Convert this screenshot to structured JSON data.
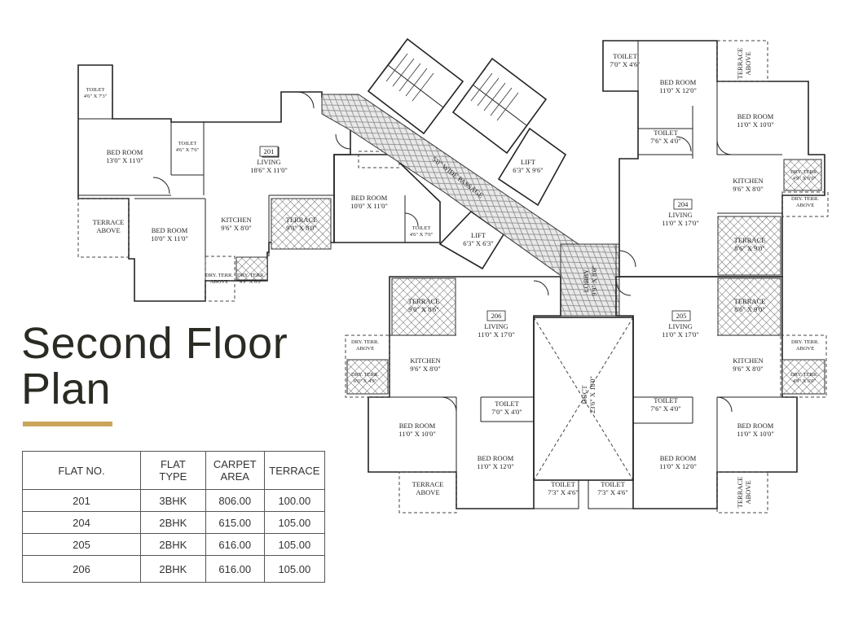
{
  "heading": {
    "line1": "Second Floor",
    "line2": "Plan"
  },
  "table": {
    "headers": {
      "flat_no": "FLAT NO.",
      "flat_type_1": "FLAT",
      "flat_type_2": "TYPE",
      "carpet_1": "CARPET",
      "carpet_2": "AREA",
      "terrace": "TERRACE"
    },
    "rows": [
      {
        "flat": "201",
        "type": "3BHK",
        "carpet": "806.00",
        "terrace": "100.00"
      },
      {
        "flat": "204",
        "type": "2BHK",
        "carpet": "615.00",
        "terrace": "105.00"
      },
      {
        "flat": "205",
        "type": "2BHK",
        "carpet": "616.00",
        "terrace": "105.00"
      },
      {
        "flat": "206",
        "type": "2BHK",
        "carpet": "616.00",
        "terrace": "105.00"
      }
    ]
  },
  "plan": {
    "flat_numbers": [
      "201",
      "204",
      "205",
      "206"
    ],
    "rooms": [
      {
        "id": "f201-toilet1",
        "name": "TOILET",
        "size": "4'6\" X 7'3\""
      },
      {
        "id": "f201-bed1",
        "name": "BED ROOM",
        "size": "13'0\" X 11'0\""
      },
      {
        "id": "f201-toilet2",
        "name": "TOILET",
        "size": "4'6\" X 7'6\""
      },
      {
        "id": "f201-living",
        "name": "LIVING",
        "size": "18'6\" X 11'0\""
      },
      {
        "id": "f201-terrace-above",
        "name": "TERRACE",
        "size": "ABOVE"
      },
      {
        "id": "f201-bed2",
        "name": "BED ROOM",
        "size": "10'0\" X 11'0\""
      },
      {
        "id": "f201-kitchen",
        "name": "KITCHEN",
        "size": "9'6\" X 8'0\""
      },
      {
        "id": "f201-terrace",
        "name": "TERRACE",
        "size": "9'0\" X 8'0\""
      },
      {
        "id": "f201-dryterr-above",
        "name": "DRY. TERR.",
        "size": "ABOVE"
      },
      {
        "id": "f201-dryterr",
        "name": "DRY. TERR.",
        "size": "4'9\" X 6'0\""
      },
      {
        "id": "f201-bed3",
        "name": "BED ROOM",
        "size": "10'0\" X 11'0\""
      },
      {
        "id": "f201-toilet3",
        "name": "TOILET",
        "size": "4'6\" X 7'0\""
      },
      {
        "id": "lift1",
        "name": "LIFT",
        "size": "6'3\" X 9'6\""
      },
      {
        "id": "lift2",
        "name": "LIFT",
        "size": "6'3\" X 6'3\""
      },
      {
        "id": "passage",
        "name": "5'0\" WIDE PASSAGE",
        "size": ""
      },
      {
        "id": "lobby",
        "name": "LOBBY",
        "size": "9'9\" X 8'0\""
      },
      {
        "id": "duct",
        "name": "DUCT",
        "size": "23'6\" X 18'0\""
      },
      {
        "id": "f204-toilet1",
        "name": "TOILET",
        "size": "7'0\" X 4'6\""
      },
      {
        "id": "f204-terrace-above",
        "name": "TERRACE",
        "size": "ABOVE"
      },
      {
        "id": "f204-bed1",
        "name": "BED ROOM",
        "size": "11'0\" X 12'0\""
      },
      {
        "id": "f204-bed2",
        "name": "BED ROOM",
        "size": "11'0\" X 10'0\""
      },
      {
        "id": "f204-toilet2",
        "name": "TOILET",
        "size": "7'6\" X 4'0\""
      },
      {
        "id": "f204-kitchen",
        "name": "KITCHEN",
        "size": "9'6\" X 8'0\""
      },
      {
        "id": "f204-dryterr",
        "name": "DRY. TERR.",
        "size": "4'9\" X 6'0\""
      },
      {
        "id": "f204-dryterr-above",
        "name": "DRY. TERR.",
        "size": "ABOVE"
      },
      {
        "id": "f204-living",
        "name": "LIVING",
        "size": "11'0\" X 17'0\""
      },
      {
        "id": "f204-terrace",
        "name": "TERRACE",
        "size": "8'6\" X 9'0\""
      },
      {
        "id": "f205-terrace",
        "name": "TERRACE",
        "size": "8'6\" X 9'0\""
      },
      {
        "id": "f205-living",
        "name": "LIVING",
        "size": "11'0\" X 17'0\""
      },
      {
        "id": "f205-dryterr-above",
        "name": "DRY. TERR.",
        "size": "ABOVE"
      },
      {
        "id": "f205-kitchen",
        "name": "KITCHEN",
        "size": "9'6\" X 8'0\""
      },
      {
        "id": "f205-dryterr",
        "name": "DRY. TERR.",
        "size": "4'9\" X 6'0\""
      },
      {
        "id": "f205-toilet1",
        "name": "TOILET",
        "size": "7'6\" X 4'0\""
      },
      {
        "id": "f205-bed1",
        "name": "BED ROOM",
        "size": "11'0\" X 10'0\""
      },
      {
        "id": "f205-bed2",
        "name": "BED ROOM",
        "size": "11'0\" X 12'0\""
      },
      {
        "id": "f205-toilet2",
        "name": "TOILET",
        "size": "7'3\" X 4'6\""
      },
      {
        "id": "f205-terrace-above",
        "name": "TERRACE",
        "size": "ABOVE"
      },
      {
        "id": "f206-terrace",
        "name": "TERRACE",
        "size": "9'0\" X 8'6\""
      },
      {
        "id": "f206-living",
        "name": "LIVING",
        "size": "11'0\" X 17'0\""
      },
      {
        "id": "f206-dryterr-above",
        "name": "DRY. TERR.",
        "size": "ABOVE"
      },
      {
        "id": "f206-kitchen",
        "name": "KITCHEN",
        "size": "9'6\" X 8'0\""
      },
      {
        "id": "f206-dryterr",
        "name": "DRY. TERR.",
        "size": "6'0\" X 4'9\""
      },
      {
        "id": "f206-toilet1",
        "name": "TOILET",
        "size": "7'0\" X 4'0\""
      },
      {
        "id": "f206-bed1",
        "name": "BED ROOM",
        "size": "11'0\" X 10'0\""
      },
      {
        "id": "f206-bed2",
        "name": "BED ROOM",
        "size": "11'0\" X 12'0\""
      },
      {
        "id": "f206-toilet2",
        "name": "TOILET",
        "size": "7'3\" X 4'6\""
      },
      {
        "id": "f206-terrace-above",
        "name": "TERRACE",
        "size": "ABOVE"
      }
    ]
  },
  "colors": {
    "accent": "#c9a45b",
    "title": "#2b2b24",
    "wall": "#222222",
    "hatch": "#555555"
  }
}
